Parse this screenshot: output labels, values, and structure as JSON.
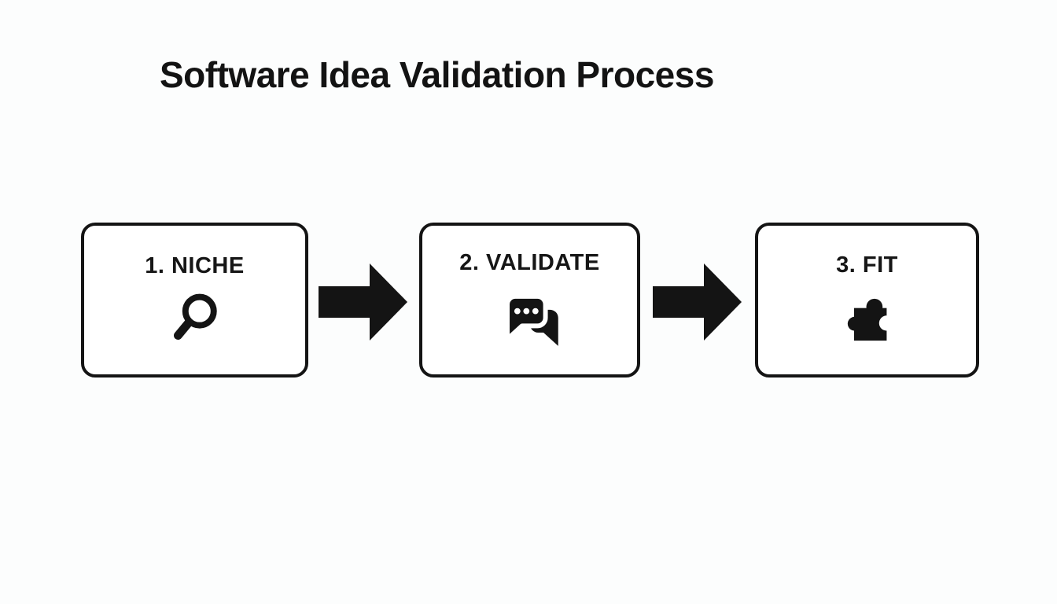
{
  "title": "Software Idea Validation Process",
  "colors": {
    "background": "#fcfdfd",
    "box_background": "#ffffff",
    "box_border": "#141414",
    "text": "#131313",
    "icon": "#141414"
  },
  "steps": [
    {
      "label": "1. NICHE",
      "icon": "magnifier-icon"
    },
    {
      "label": "2. VALIDATE",
      "icon": "chat-bubbles-icon"
    },
    {
      "label": "3. FIT",
      "icon": "puzzle-piece-icon"
    }
  ],
  "connectors": [
    {
      "icon": "arrow-right-icon",
      "direction": "right"
    },
    {
      "icon": "arrow-right-icon",
      "direction": "right"
    }
  ]
}
